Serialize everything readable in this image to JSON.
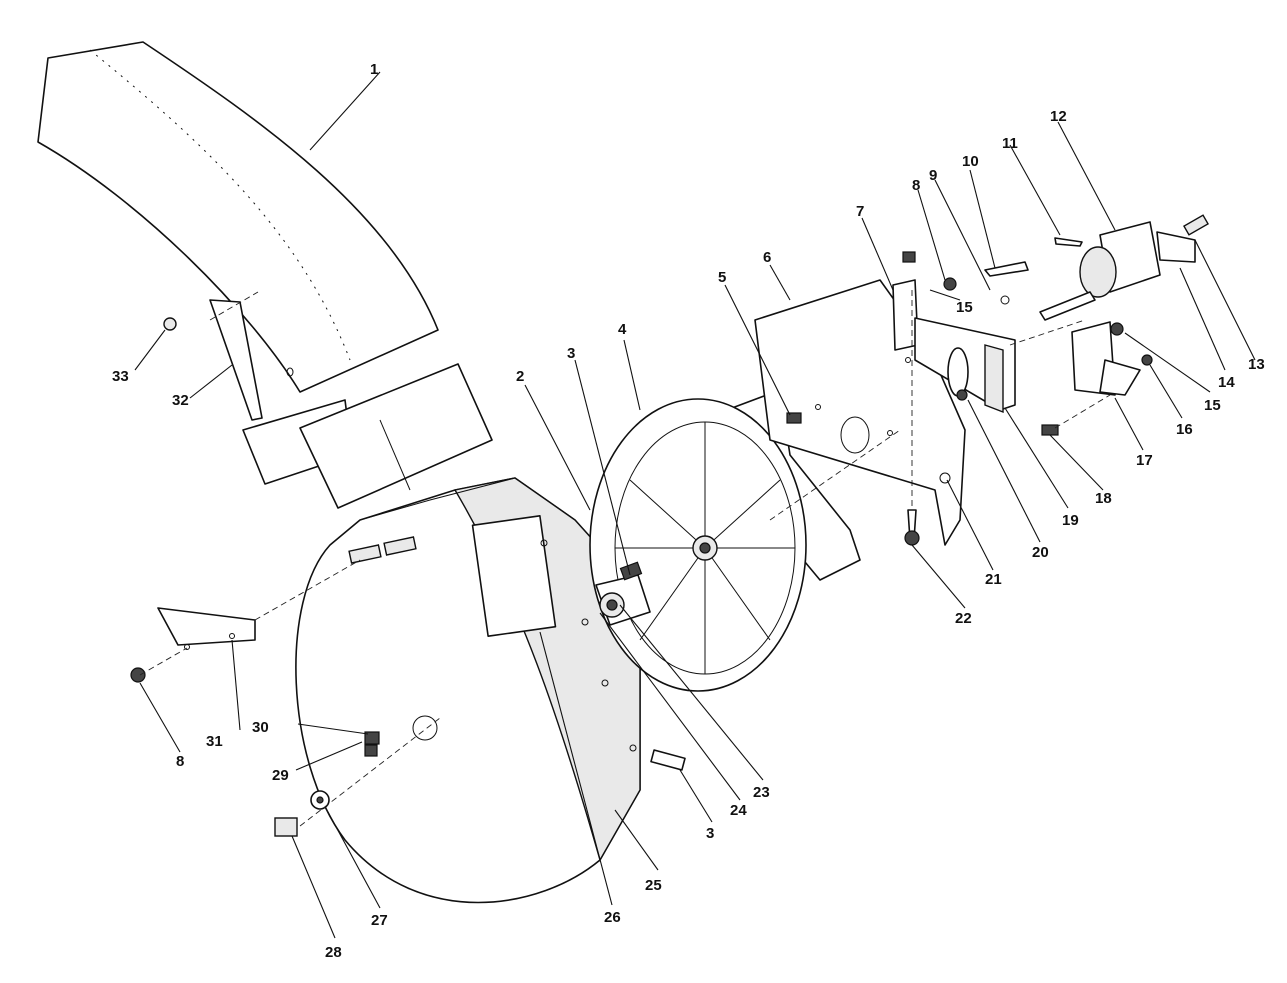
{
  "callouts": [
    "1",
    "2",
    "3",
    "3",
    "4",
    "5",
    "6",
    "7",
    "8",
    "8",
    "9",
    "10",
    "11",
    "12",
    "13",
    "14",
    "15",
    "15",
    "16",
    "17",
    "18",
    "19",
    "20",
    "21",
    "22",
    "23",
    "24",
    "25",
    "26",
    "27",
    "28",
    "29",
    "30",
    "31",
    "32",
    "33"
  ]
}
